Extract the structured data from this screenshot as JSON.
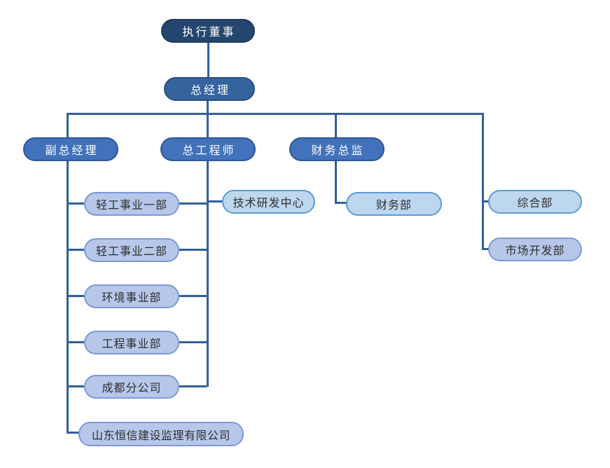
{
  "palette": {
    "executive_fill": "#24466E",
    "executive_border": "#1F3A60",
    "gm_fill": "#35639E",
    "gm_border": "#2A4E85",
    "manager_fill": "#4272BC",
    "manager_border": "#2F5597",
    "dept_lavender_fill": "#B6C7E9",
    "dept_lavender_border": "#7C99D6",
    "dept_sky_fill": "#BDD7EE",
    "dept_sky_border": "#5B9BD5",
    "connector": "#30609B",
    "text_on_dark": "#FFFFFF",
    "text_on_light": "#2E2E2E"
  },
  "org_chart": {
    "type": "org-hierarchy",
    "nodes": [
      {
        "id": "executive-director",
        "label": "执行董事",
        "level": 1,
        "style": "dark"
      },
      {
        "id": "general-manager",
        "label": "总经理",
        "level": 2,
        "style": "gm"
      },
      {
        "id": "deputy-gm",
        "label": "副总经理",
        "level": 3,
        "style": "mid"
      },
      {
        "id": "chief-engineer",
        "label": "总工程师",
        "level": 3,
        "style": "mid"
      },
      {
        "id": "finance-director",
        "label": "财务总监",
        "level": 3,
        "style": "mid"
      },
      {
        "id": "light-industry-1",
        "label": "轻工事业一部",
        "level": 4,
        "style": "lavender"
      },
      {
        "id": "tech-rd-center",
        "label": "技术研发中心",
        "level": 4,
        "style": "sky"
      },
      {
        "id": "finance-dept",
        "label": "财务部",
        "level": 4,
        "style": "sky"
      },
      {
        "id": "general-affairs-dept",
        "label": "综合部",
        "level": 4,
        "style": "sky"
      },
      {
        "id": "light-industry-2",
        "label": "轻工事业二部",
        "level": 4,
        "style": "lavender"
      },
      {
        "id": "market-dev-dept",
        "label": "市场开发部",
        "level": 4,
        "style": "lavender"
      },
      {
        "id": "environment-dept",
        "label": "环境事业部",
        "level": 4,
        "style": "lavender"
      },
      {
        "id": "engineering-dept",
        "label": "工程事业部",
        "level": 4,
        "style": "lavender"
      },
      {
        "id": "chengdu-branch",
        "label": "成都分公司",
        "level": 4,
        "style": "lavender"
      },
      {
        "id": "shandong-hengxin",
        "label": "山东恒信建设监理有限公司",
        "level": 4,
        "style": "lavender"
      }
    ],
    "edges": [
      {
        "from": "executive-director",
        "to": "general-manager"
      },
      {
        "from": "general-manager",
        "to": "deputy-gm"
      },
      {
        "from": "general-manager",
        "to": "chief-engineer"
      },
      {
        "from": "general-manager",
        "to": "finance-director"
      },
      {
        "from": "general-manager",
        "to": "general-affairs-dept"
      },
      {
        "from": "general-manager",
        "to": "market-dev-dept"
      },
      {
        "from": "deputy-gm",
        "to": "light-industry-1"
      },
      {
        "from": "deputy-gm",
        "to": "light-industry-2"
      },
      {
        "from": "deputy-gm",
        "to": "environment-dept"
      },
      {
        "from": "deputy-gm",
        "to": "engineering-dept"
      },
      {
        "from": "deputy-gm",
        "to": "chengdu-branch"
      },
      {
        "from": "deputy-gm",
        "to": "shandong-hengxin"
      },
      {
        "from": "chief-engineer",
        "to": "light-industry-1"
      },
      {
        "from": "chief-engineer",
        "to": "light-industry-2"
      },
      {
        "from": "chief-engineer",
        "to": "environment-dept"
      },
      {
        "from": "chief-engineer",
        "to": "engineering-dept"
      },
      {
        "from": "chief-engineer",
        "to": "chengdu-branch"
      },
      {
        "from": "chief-engineer",
        "to": "tech-rd-center"
      },
      {
        "from": "finance-director",
        "to": "finance-dept"
      }
    ]
  }
}
